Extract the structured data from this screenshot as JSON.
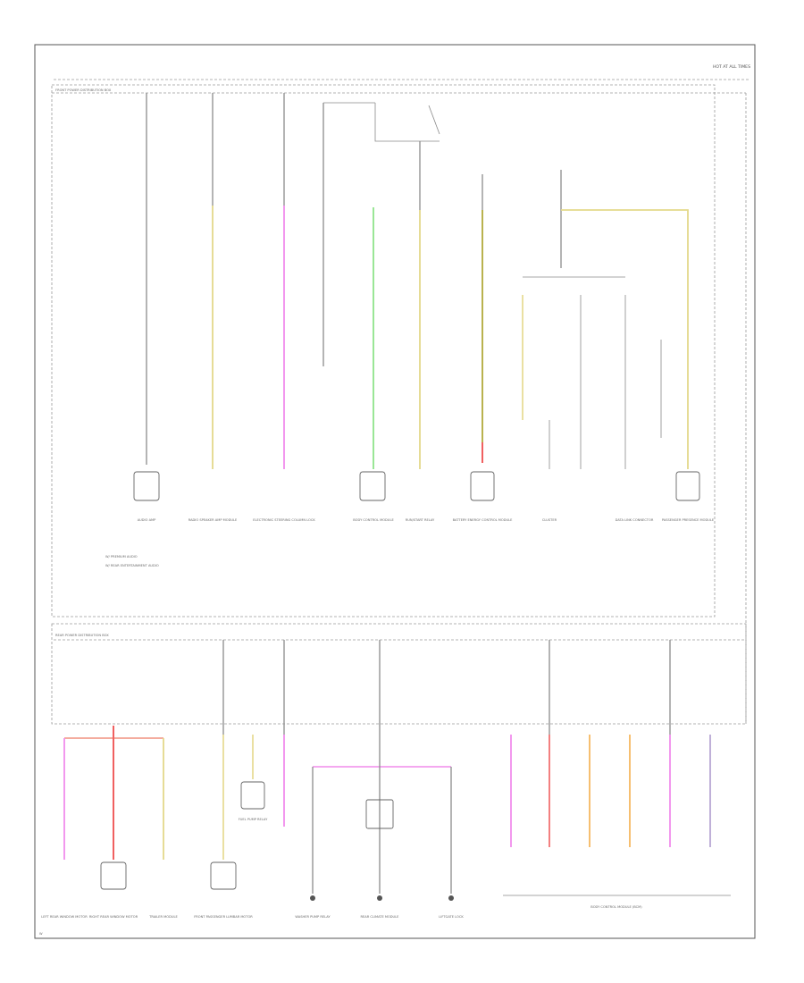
{
  "header_label": "HOT AT ALL TIMES",
  "footer_code": "W",
  "legend": {
    "items": [
      "W/ PREMIUM AUDIO",
      "W/ REAR ENTERTAINMENT AUDIO"
    ]
  },
  "modules": {
    "upper_box": "FRONT POWER DISTRIBUTION BOX",
    "lower_box": "REAR POWER DISTRIBUTION BOX",
    "body_control": "BODY CONTROL MODULE (BCM)"
  },
  "components_top": [
    "AUDIO AMP",
    "RADIO SPEAKER AMP MODULE",
    "ELECTRONIC STEERING COLUMN LOCK",
    "BODY CONTROL MODULE",
    "RUN/START RELAY",
    "BATTERY ENERGY CONTROL MODULE",
    "CLUSTER",
    "DATA LINK CONNECTOR",
    "PASSENGER PRESENCE MODULE"
  ],
  "components_bottom": [
    "LEFT REAR WINDOW MOTOR",
    "RIGHT REAR WINDOW MOTOR",
    "TRAILER MODULE",
    "FUEL PUMP RELAY",
    "FRONT PASSENGER LUMBAR MOTOR",
    "REAR CLIMATE MODULE",
    "WASHER PUMP RELAY",
    "LIFTGATE LOCK"
  ],
  "colors": {
    "yellow": "#e4d98a",
    "pink": "#f08cec",
    "green": "#8fe38a",
    "olive": "#b9b24e",
    "red": "#f06060",
    "salmon": "#f2a090",
    "orange": "#f5b860",
    "lavender": "#b8a8d4",
    "gray": "#8c8c8c"
  }
}
